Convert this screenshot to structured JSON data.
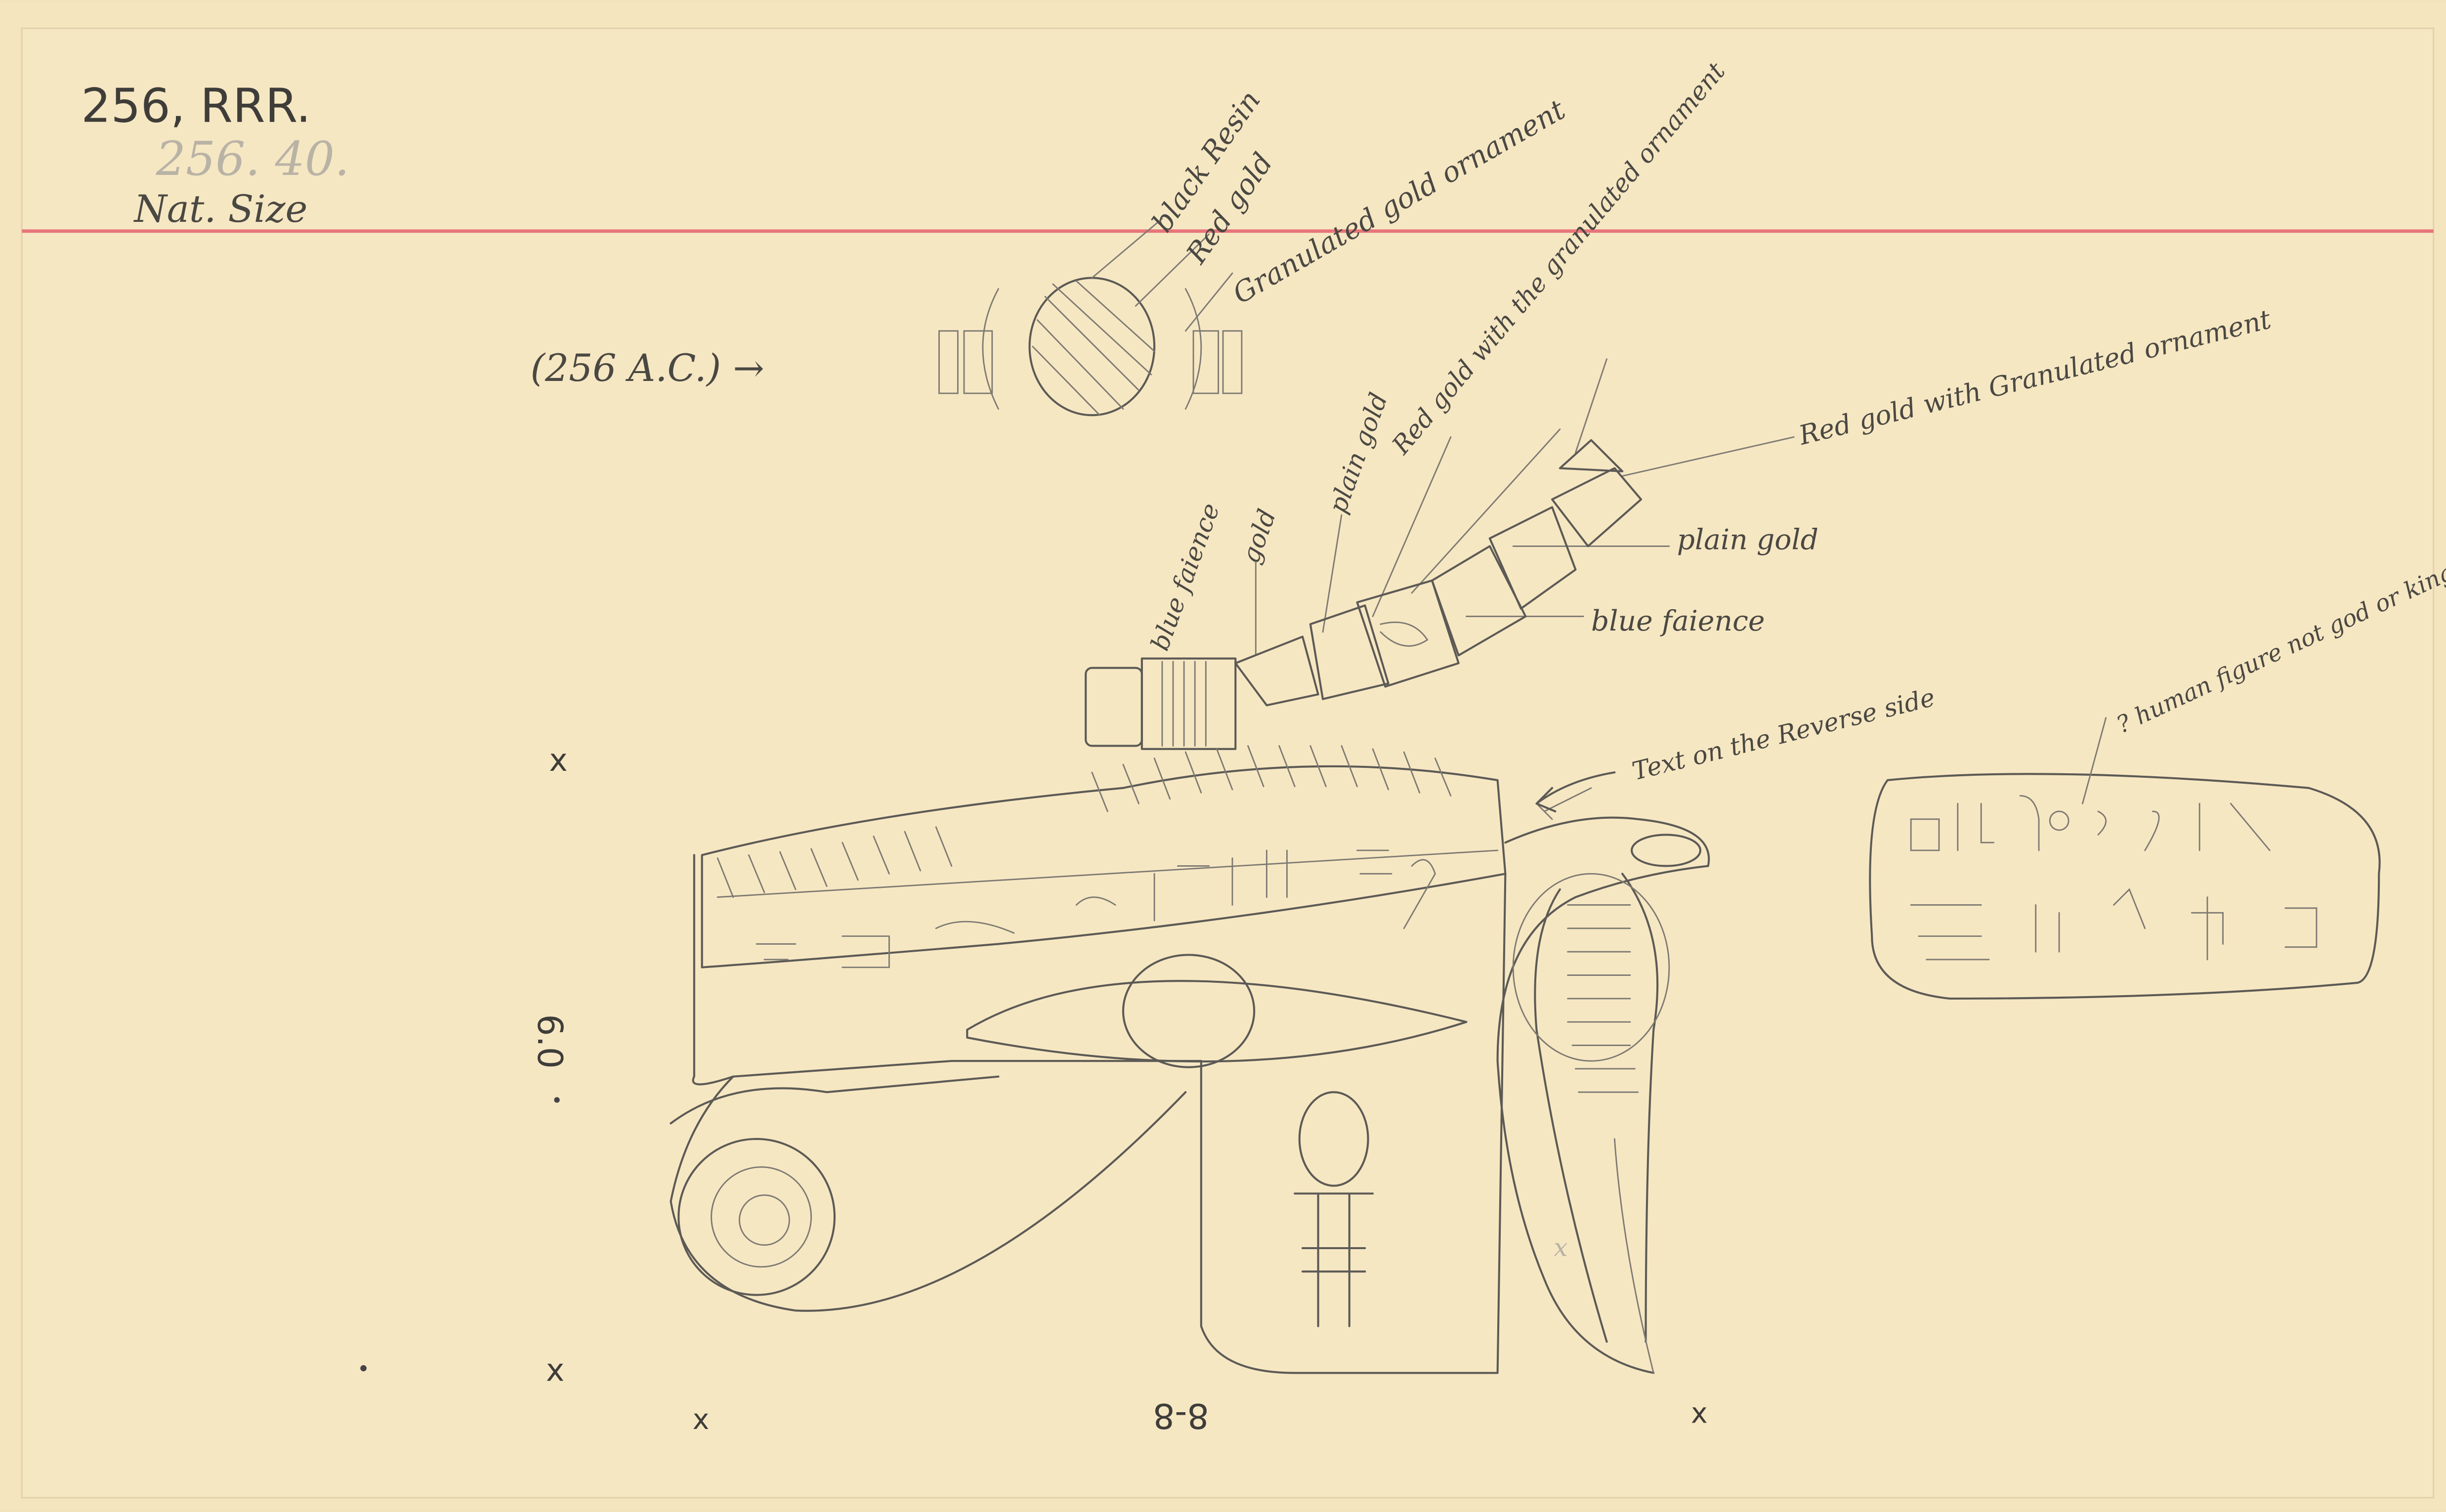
{
  "card": {
    "number": "256, RRR.",
    "faint_number": "256. 40.",
    "scale_note": "Nat. Size",
    "paper_color": "#f5e5bf",
    "rule_color": "#e8747a"
  },
  "bead_detail": {
    "reference": "(256 A.C.) →",
    "labels": [
      "black Resin",
      "Red gold",
      "Granulated gold ornament"
    ]
  },
  "clasp_labels": {
    "blue_faience_1": "blue faience",
    "gold": "gold",
    "plain_gold_1": "plain gold",
    "red_gold_granulated_1": "Red gold with the granulated ornament",
    "red_gold_granulated_2": "Red gold with Granulated ornament",
    "plain_gold_2": "plain gold",
    "blue_faience_2": "blue faience"
  },
  "inscription": {
    "note": "Text on the Reverse side",
    "query": "? human figure not god or king"
  },
  "measurements": {
    "height": "6.0",
    "width": "8-8"
  },
  "marks": [
    "x",
    "x",
    "x",
    "x",
    "x"
  ]
}
